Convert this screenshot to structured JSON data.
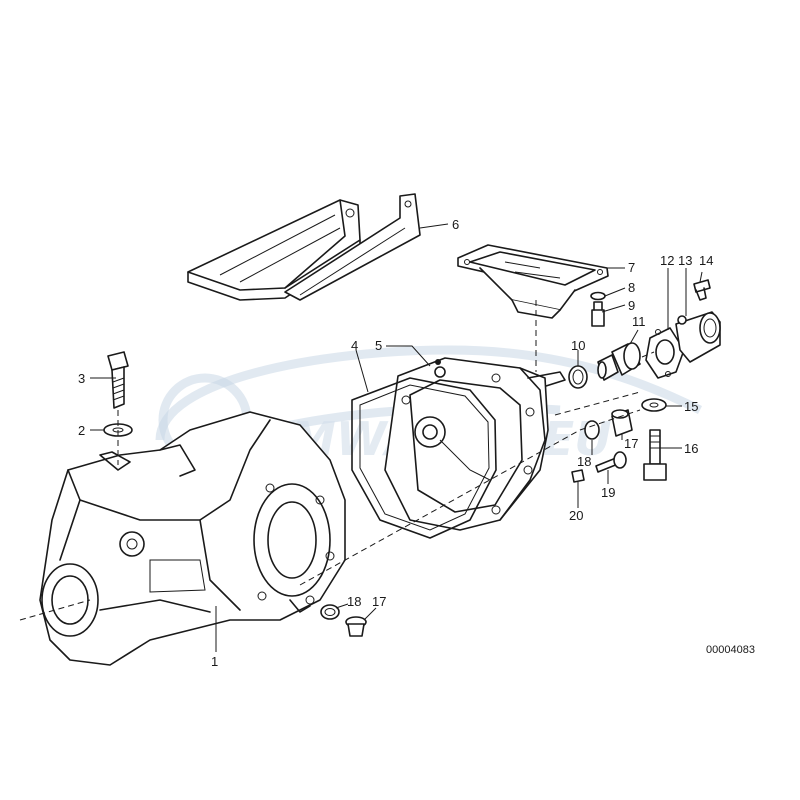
{
  "diagram": {
    "code": "00004083",
    "watermark_text": "BMWAUTO.EU",
    "callouts": [
      {
        "id": "c1",
        "label": "1"
      },
      {
        "id": "c2",
        "label": "2"
      },
      {
        "id": "c3",
        "label": "3"
      },
      {
        "id": "c4",
        "label": "4"
      },
      {
        "id": "c5",
        "label": "5"
      },
      {
        "id": "c6",
        "label": "6"
      },
      {
        "id": "c7",
        "label": "7"
      },
      {
        "id": "c8",
        "label": "8"
      },
      {
        "id": "c9",
        "label": "9"
      },
      {
        "id": "c10",
        "label": "10"
      },
      {
        "id": "c11",
        "label": "11"
      },
      {
        "id": "c12",
        "label": "12"
      },
      {
        "id": "c13",
        "label": "13"
      },
      {
        "id": "c14",
        "label": "14"
      },
      {
        "id": "c15",
        "label": "15"
      },
      {
        "id": "c16",
        "label": "16"
      },
      {
        "id": "c17a",
        "label": "17"
      },
      {
        "id": "c17b",
        "label": "17"
      },
      {
        "id": "c18a",
        "label": "18"
      },
      {
        "id": "c18b",
        "label": "18"
      },
      {
        "id": "c19",
        "label": "19"
      },
      {
        "id": "c20",
        "label": "20"
      }
    ]
  }
}
